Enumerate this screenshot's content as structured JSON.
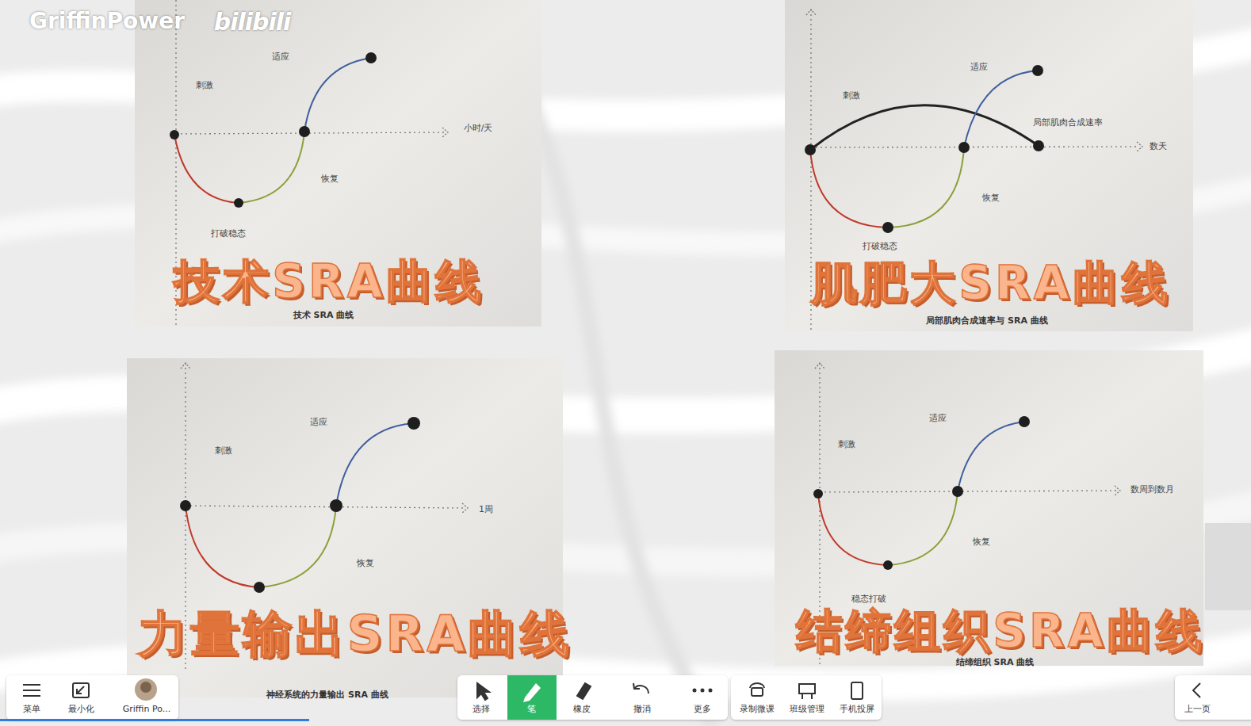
{
  "diagram": {
    "nodes": [
      {
        "text": [
          "技术SRA曲线",
          "技术 SRA 曲线"
        ]
      },
      {
        "text": [
          "肌肥大SRA曲线",
          "局部肌肉合成速率与 SRA 曲线"
        ]
      },
      {
        "text": [
          "力量输出SRA曲线",
          "神经系统的力量输出 SRA 曲线"
        ]
      },
      {
        "text": [
          "结缔组织SRA曲线",
          "结缔组织 SRA 曲线"
        ]
      }
    ],
    "labels": [
      "GriffinPower",
      "bilibili",
      "刺激",
      "适应",
      "小时/天",
      "恢复",
      "打破稳态",
      "刺激",
      "适应",
      "局部肌肉合成速率",
      "数天",
      "恢复",
      "打破稳态",
      "刺激",
      "适应",
      "1周",
      "恢复",
      "刺激",
      "适应",
      "数周到数月",
      "恢复",
      "稳态打破",
      "菜单",
      "最小化",
      "Griffin Po...",
      "选择",
      "笔",
      "橡皮",
      "撤消",
      "更多",
      "录制微课",
      "班级管理",
      "手机投屏",
      "上一页"
    ]
  }
}
